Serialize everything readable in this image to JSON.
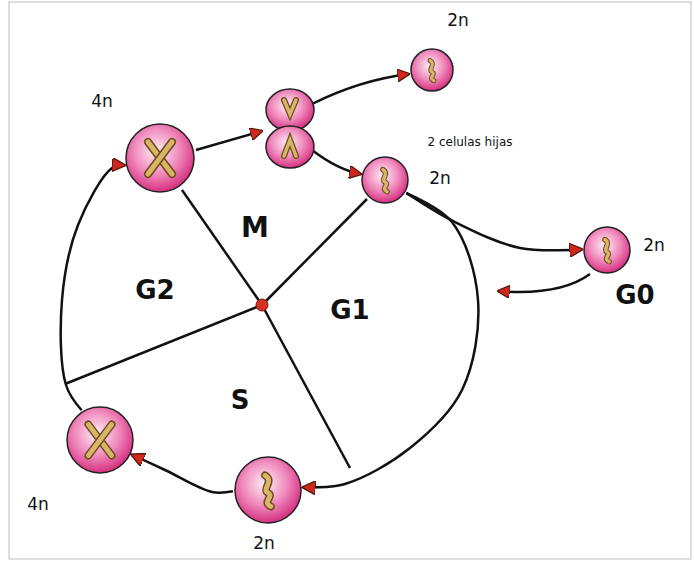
{
  "diagram": {
    "nodes": [
      {
        "text": [
          "4n"
        ]
      },
      {
        "text": [
          "2n"
        ]
      },
      {
        "text": [
          "2n"
        ]
      },
      {
        "text": [
          "2n"
        ]
      },
      {
        "text": [
          "2n"
        ]
      },
      {
        "text": [
          "4n"
        ]
      }
    ],
    "edges": [
      {
        "from": 2,
        "to": 3,
        "arrow": "to"
      },
      {
        "from": 2,
        "to": 4,
        "arrow": "to"
      },
      {
        "from": 4,
        "to": 5,
        "arrow": "to"
      },
      {
        "from": 5,
        "to": 0,
        "arrow": "to"
      }
    ],
    "labels": [
      "2 celulas hijas",
      "M",
      "G2",
      "G1",
      "G0",
      "S"
    ]
  }
}
